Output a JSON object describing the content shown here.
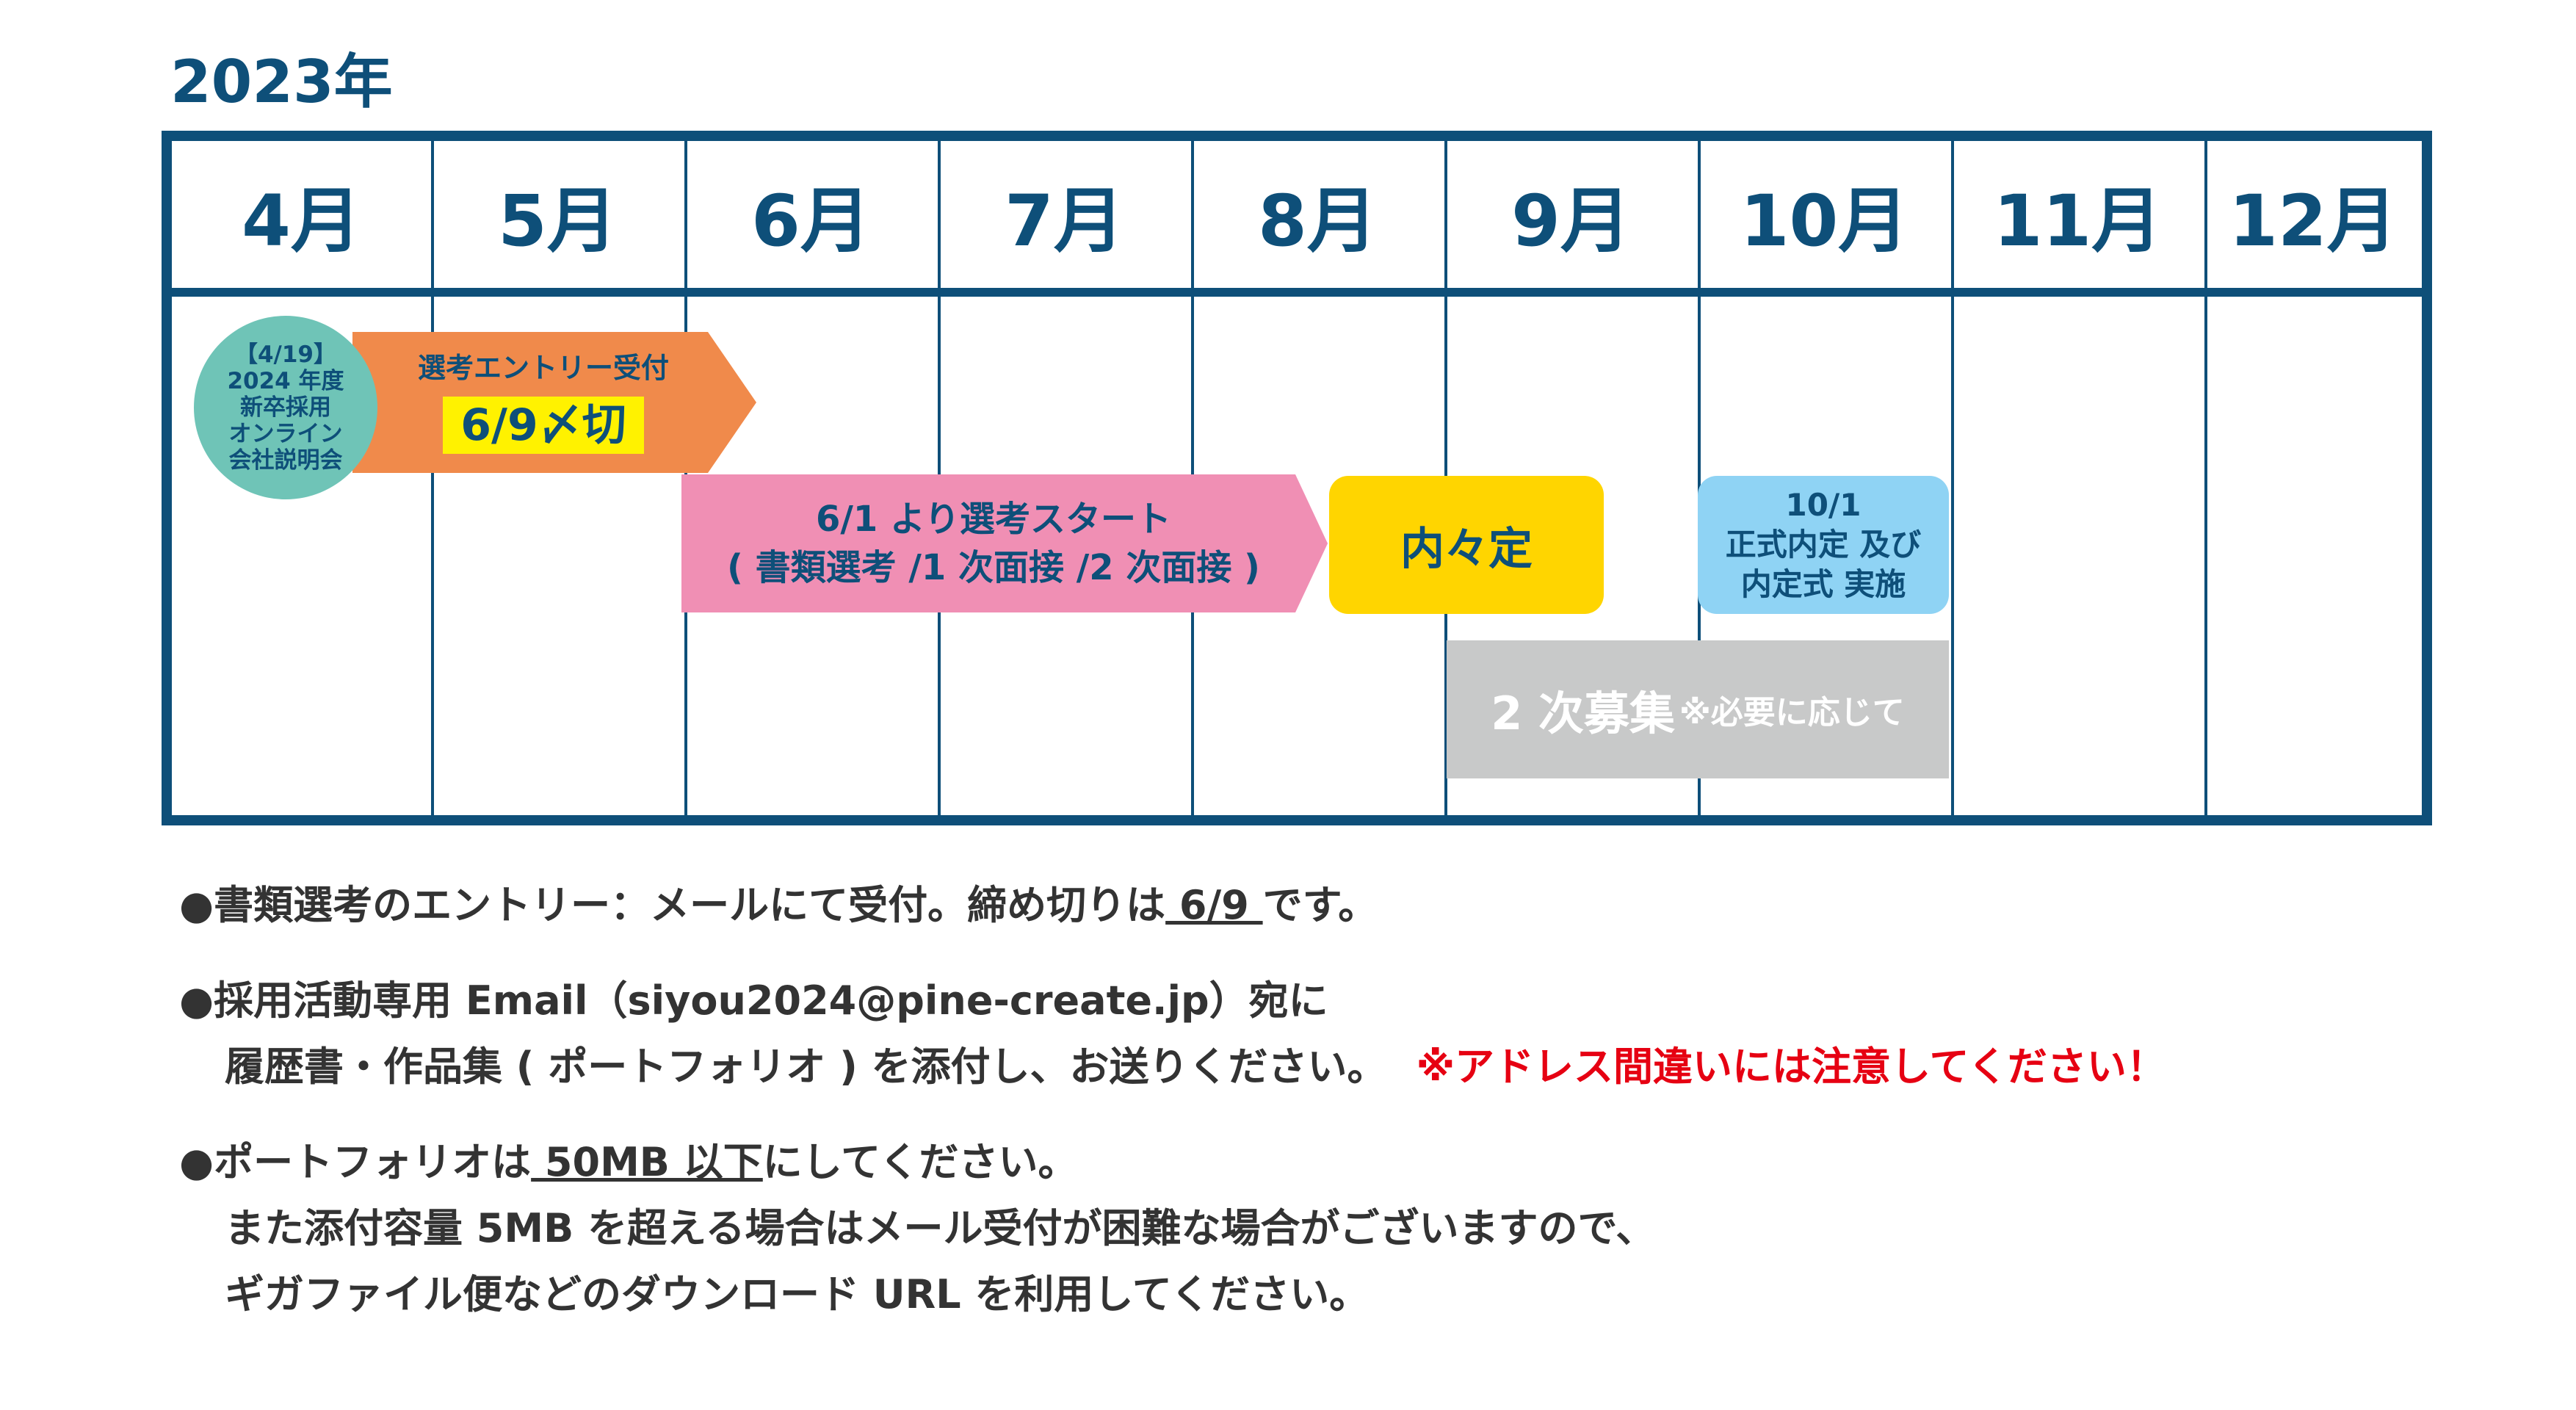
{
  "year": "2023年",
  "months": [
    "4月",
    "5月",
    "6月",
    "7月",
    "8月",
    "9月",
    "10月",
    "11月",
    "12月"
  ],
  "circle": {
    "lines": [
      "【4/19】",
      "2024 年度",
      "新卒採用",
      "オンライン",
      "会社説明会"
    ]
  },
  "entry_bar": {
    "label": "選考エントリー受付",
    "deadline": "6/9〆切"
  },
  "selection_bar": {
    "line1": "6/1 より選考スタート",
    "line2": "( 書類選考 /1 次面接 /2 次面接 )"
  },
  "naitei": {
    "label": "内々定"
  },
  "seishiki": {
    "line1": "10/1",
    "line2": "正式内定 及び",
    "line3": "内定式 実施"
  },
  "niji": {
    "main": "2 次募集",
    "note": "※必要に応じて"
  },
  "notes": {
    "n1_pre": "●書類選考のエントリー：メールにて受付。締め切りは",
    "n1_date": " 6/9 ",
    "n1_post": "です。",
    "n2_line1": "●採用活動専用 Email（siyou2024@pine-create.jp）宛に",
    "n2_line2": "履歴書・作品集 ( ポートフォリオ ) を添付し、お送りください。",
    "n2_warning": "※アドレス間違いには注意してください！",
    "n3_pre": "●ポートフォリオは",
    "n3_size": " 50MB 以下",
    "n3_post": "にしてください。",
    "n3_line2": "また添付容量 5MB を超える場合はメール受付が困難な場合がございますので、",
    "n3_line3": "ギガファイル便などのダウンロード URL を利用してください。"
  },
  "colors": {
    "navy": "#0e4f79",
    "teal_circle": "#6fc4b7",
    "orange_bar": "#f08a4b",
    "yellow_highlight": "#fff200",
    "pink_bar": "#f08fb4",
    "yellow_box": "#ffd500",
    "blue_box": "#8fd3f4",
    "gray_box": "#c8c9c9",
    "warning_red": "#e60012"
  }
}
